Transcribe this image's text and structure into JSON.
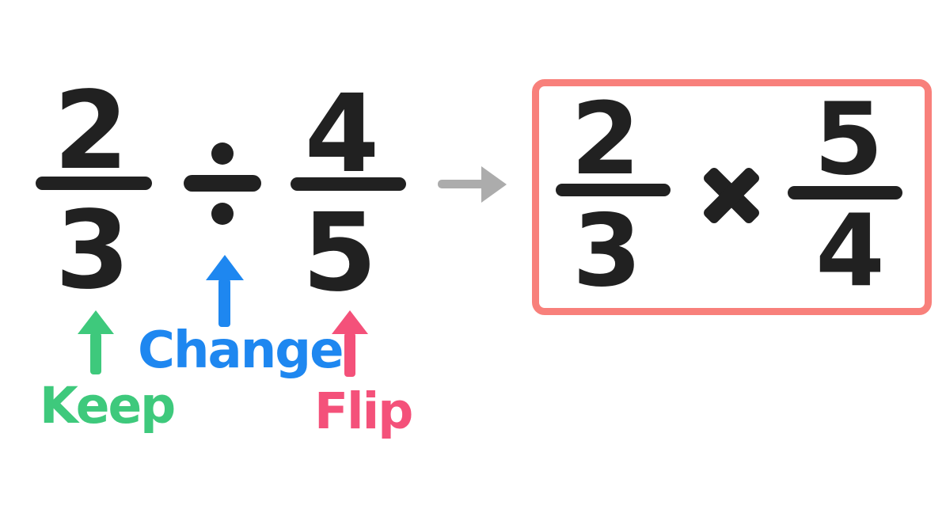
{
  "equation": {
    "left": {
      "fraction1": {
        "numerator": "2",
        "denominator": "3"
      },
      "operator": "÷",
      "operator_name": "division",
      "fraction2": {
        "numerator": "4",
        "denominator": "5"
      }
    },
    "transform_arrow": "→",
    "result": {
      "fraction1": {
        "numerator": "2",
        "denominator": "3"
      },
      "operator": "×",
      "operator_name": "multiplication",
      "fraction2": {
        "numerator": "5",
        "denominator": "4"
      }
    }
  },
  "labels": {
    "keep": "Keep",
    "change": "Change",
    "flip": "Flip"
  },
  "colors": {
    "ink": "#212121",
    "keep_green": "#3ec97c",
    "change_blue": "#1e87f0",
    "flip_pink": "#f4517a",
    "result_box_border": "#f8807b",
    "transform_arrow_gray": "#acacac",
    "background": "#ffffff"
  }
}
